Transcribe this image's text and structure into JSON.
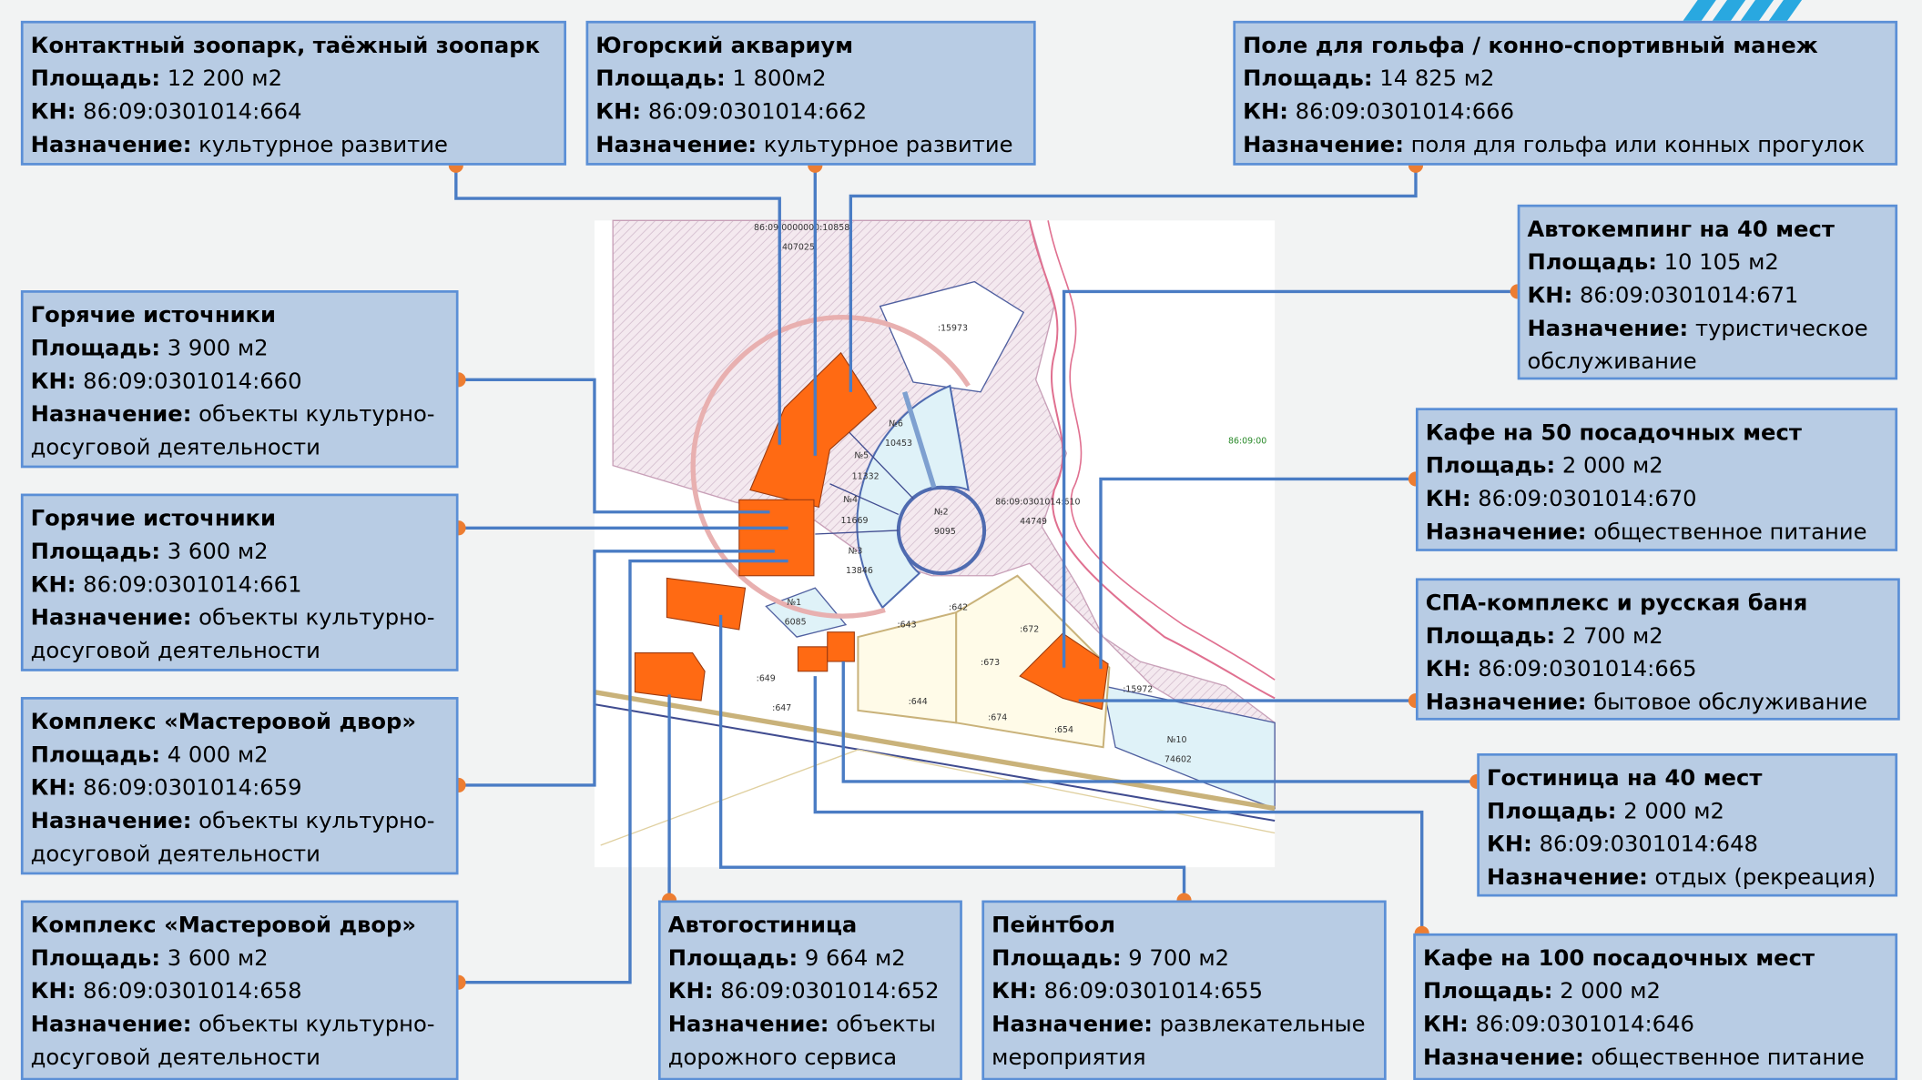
{
  "labels": {
    "area": "Площадь:",
    "kn": "КН:",
    "purpose": "Назначение:"
  },
  "colors": {
    "box_fill": "#b8cce4",
    "box_border": "#5b8fd6",
    "connector": "#4a7cc4",
    "dot": "#ed7d31",
    "parcel": "#ff6a13",
    "stripe": "#29a8e0"
  },
  "boxes": [
    {
      "id": "zoo",
      "title": "Контактный зоопарк, таёжный зоопарк",
      "area": "12 200 м2",
      "kn": "86:09:0301014:664",
      "purpose": "культурное развитие"
    },
    {
      "id": "aquarium",
      "title": "Югорский аквариум",
      "area": "1 800м2",
      "kn": "86:09:0301014:662",
      "purpose": "культурное развитие"
    },
    {
      "id": "golf",
      "title": "Поле для гольфа / конно-спортивный манеж",
      "area": "14 825 м2",
      "kn": "86:09:0301014:666",
      "purpose": "поля для гольфа или конных прогулок"
    },
    {
      "id": "camping",
      "title": "Автокемпинг на 40 мест",
      "area": "10 105 м2",
      "kn": "86:09:0301014:671",
      "purpose": "туристическое обслуживание"
    },
    {
      "id": "cafe50",
      "title": "Кафе на 50 посадочных мест",
      "area": "2 000 м2",
      "kn": "86:09:0301014:670",
      "purpose": "общественное питание"
    },
    {
      "id": "spa",
      "title": "СПА-комплекс и русская баня",
      "area": "2 700 м2",
      "kn": "86:09:0301014:665",
      "purpose": "бытовое обслуживание"
    },
    {
      "id": "hotel",
      "title": "Гостиница на 40 мест",
      "area": "2 000 м2",
      "kn": "86:09:0301014:648",
      "purpose": "отдых (рекреация)"
    },
    {
      "id": "cafe100",
      "title": "Кафе на 100 посадочных мест",
      "area": "2 000 м2",
      "kn": "86:09:0301014:646",
      "purpose": "общественное питание"
    },
    {
      "id": "paintball",
      "title": "Пейнтбол",
      "area": "9 700 м2",
      "kn": "86:09:0301014:655",
      "purpose": "развлекательные мероприятия"
    },
    {
      "id": "motel",
      "title": "Автогостиница",
      "area": "9 664 м2",
      "kn": "86:09:0301014:652",
      "purpose": "объекты дорожного сервиса"
    },
    {
      "id": "hotsprings1",
      "title": "Горячие источники",
      "area": "3 900 м2",
      "kn": "86:09:0301014:660",
      "purpose": "объекты культурно-досуговой деятельности"
    },
    {
      "id": "hotsprings2",
      "title": "Горячие источники",
      "area": "3 600 м2",
      "kn": "86:09:0301014:661",
      "purpose": "объекты культурно-досуговой деятельности"
    },
    {
      "id": "masters1",
      "title": "Комплекс «Мастеровой двор»",
      "area": "4 000 м2",
      "kn": "86:09:0301014:659",
      "purpose": "объекты культурно-досуговой деятельности"
    },
    {
      "id": "masters2",
      "title": "Комплекс «Мастеровой двор»",
      "area": "3 600 м2",
      "kn": "86:09:0301014:658",
      "purpose": "объекты культурно-досуговой деятельности"
    }
  ],
  "map_labels": [
    "86:09:0000000:10858",
    "407025",
    ":15973",
    "№6",
    "10453",
    "№5",
    "11332",
    "№4",
    "11669",
    "№3",
    "13846",
    "№2",
    "9095",
    "№1",
    "6085",
    "86:09:0301014:610",
    "44749",
    "86:09:00",
    ":643",
    ":642",
    ":672",
    ":673",
    ":644",
    ":674",
    ":654",
    ":647",
    ":649",
    ":15972",
    "№10",
    "74602"
  ]
}
